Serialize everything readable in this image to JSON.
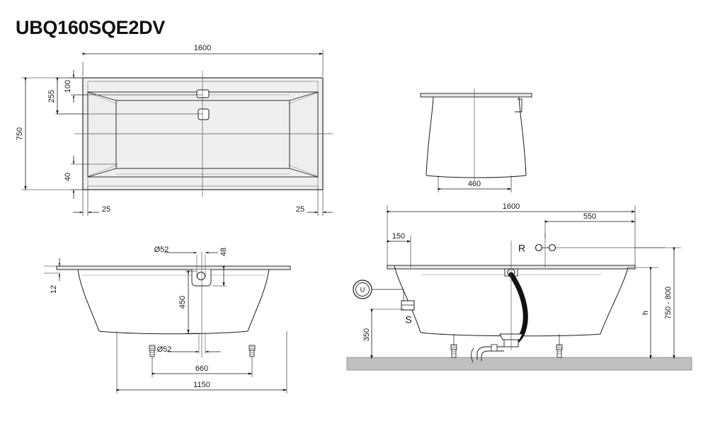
{
  "drawing": {
    "title": "UBQ160SQE2DV",
    "colors": {
      "line": "#1a1a1a",
      "thin_line": "#555555",
      "fill_light": "#f0f0f0",
      "fill_mid": "#e4e4e4",
      "floor": "#c0c0c0",
      "hose": "#111111",
      "text": "#1a1a1a"
    }
  },
  "views": {
    "plan": {
      "name": "top-plan-view",
      "dimensions": {
        "overall_length": "1600",
        "overall_width": "750",
        "overflow_offset": "100",
        "inner_offset": "255",
        "rim_bottom_offset": "40",
        "rim_left": "25",
        "rim_right": "25"
      }
    },
    "end_section": {
      "name": "end-section-view",
      "dimensions": {
        "base_width": "460"
      }
    },
    "front_elevation": {
      "name": "front-elevation-view",
      "dimensions": {
        "rim_thickness": "12",
        "overflow_dia": "Ø52",
        "overflow_height": "48",
        "waste_depth": "450",
        "waste_dia": "Ø52",
        "feet_spacing": "660",
        "foot_span": "1150"
      }
    },
    "side_section": {
      "name": "side-section-view",
      "dimensions": {
        "overall_length": "1600",
        "tap_offset": "550",
        "overflow_offset": "150",
        "trap_height": "350",
        "leg_height": "h",
        "install_height": "750 - 800"
      },
      "symbols": {
        "waste_outlet": "R",
        "overflow": "U",
        "trap": "S"
      }
    }
  }
}
